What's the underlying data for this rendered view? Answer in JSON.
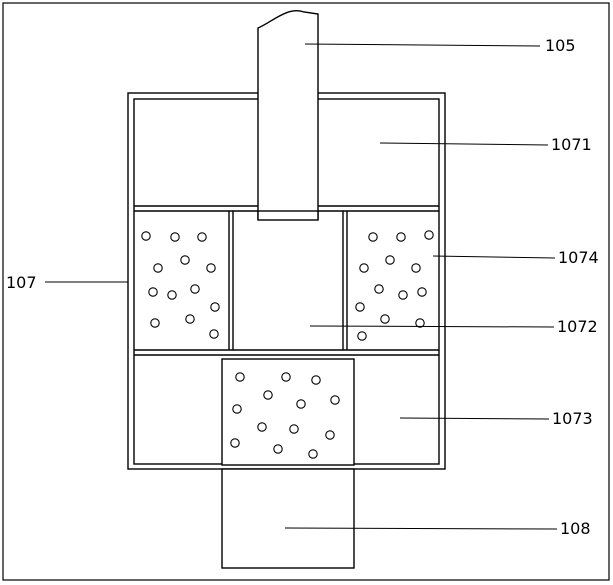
{
  "labels": {
    "l105": "105",
    "l1071": "1071",
    "l107": "107",
    "l1074": "1074",
    "l1072": "1072",
    "l1073": "1073",
    "l108": "108"
  },
  "colors": {
    "stroke": "#000000",
    "background": "#ffffff"
  }
}
